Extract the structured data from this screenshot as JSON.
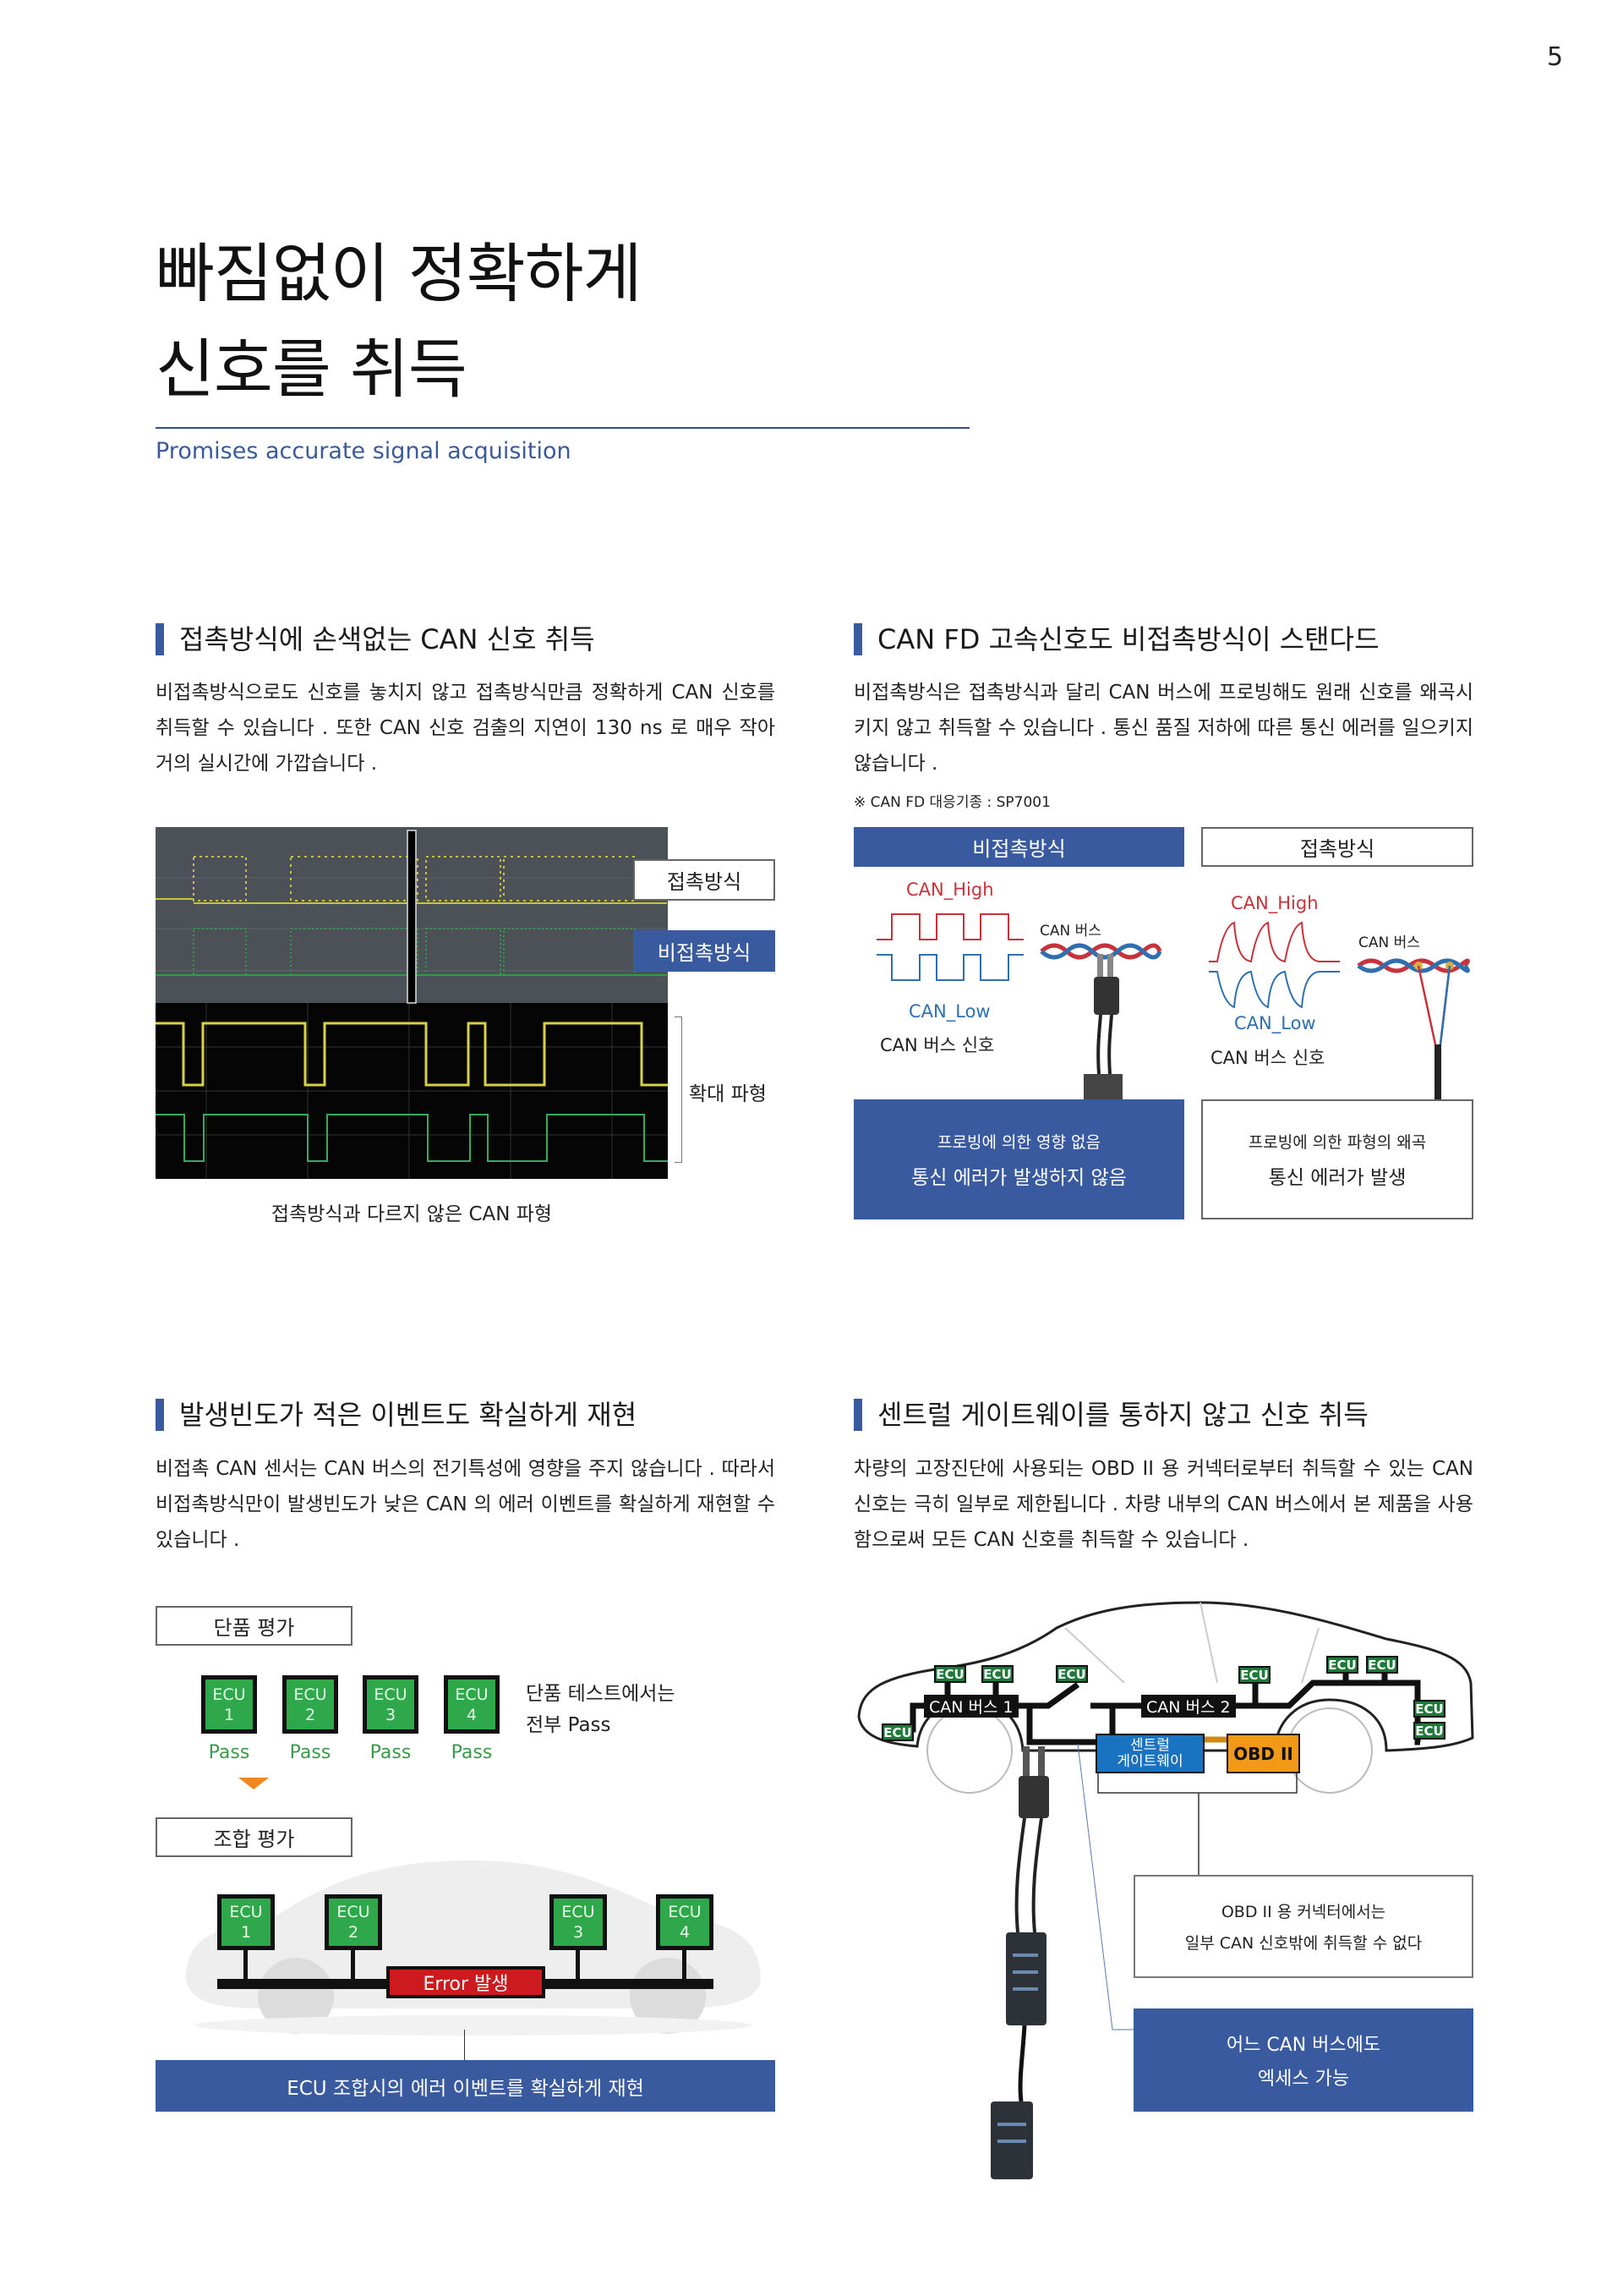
{
  "page_number": "5",
  "header": {
    "title_line1": "빠짐없이 정확하게",
    "title_line2": "신호를 취득",
    "subtitle": "Promises accurate signal acquisition"
  },
  "section1": {
    "heading": "접촉방식에 손색없는 CAN 신호 취득",
    "body": "비접촉방식으로도 신호를 놓치지 않고 접촉방식만큼 정확하게 CAN 신호를 취득할 수 있습니다 . 또한 CAN 신호 검출의 지연이 130 ns 로 매우 작아 거의 실시간에 가깝습니다 .",
    "label_contact": "접촉방식",
    "label_noncontact": "비접촉방식",
    "label_zoom": "확대 파형",
    "caption": "접촉방식과 다르지 않은 CAN 파형"
  },
  "section2": {
    "heading": "CAN FD 고속신호도 비접촉방식이 스탠다드",
    "body": "비접촉방식은 접촉방식과 달리 CAN 버스에 프로빙해도 원래 신호를 왜곡시키지 않고 취득할 수 있습니다 . 통신 품질 저하에 따른 통신 에러를 일으키지 않습니다 .",
    "note": "※ CAN FD 대응기종 : SP7001",
    "noncontact": {
      "header": "비접촉방식",
      "can_high": "CAN_High",
      "can_low": "CAN_Low",
      "bus_signal": "CAN 버스 신호",
      "bus": "CAN 버스",
      "result_line1": "프로빙에 의한 영향 없음",
      "result_line2": "통신 에러가 발생하지 않음"
    },
    "contact": {
      "header": "접촉방식",
      "can_high": "CAN_High",
      "can_low": "CAN_Low",
      "bus_signal": "CAN 버스 신호",
      "bus": "CAN 버스",
      "result_line1": "프로빙에 의한 파형의 왜곡",
      "result_line2": "통신 에러가 발생"
    },
    "colors": {
      "high": "#c8323a",
      "low": "#2f6fb0",
      "blue_box": "#3a5aa0"
    }
  },
  "section3": {
    "heading": "발생빈도가 적은 이벤트도 확실하게 재현",
    "body": "비접촉 CAN 센서는 CAN 버스의 전기특성에 영향을 주지 않습니다 . 따라서 비접촉방식만이 발생빈도가 낮은 CAN 의 에러 이벤트를 확실하게 재현할 수 있습니다 .",
    "unit_eval": "단품 평가",
    "unit_ecus": [
      {
        "name": "ECU",
        "num": "1",
        "status": "Pass"
      },
      {
        "name": "ECU",
        "num": "2",
        "status": "Pass"
      },
      {
        "name": "ECU",
        "num": "3",
        "status": "Pass"
      },
      {
        "name": "ECU",
        "num": "4",
        "status": "Pass"
      }
    ],
    "unit_note_line1": "단품 테스트에서는",
    "unit_note_line2": "전부 Pass",
    "combo_eval": "조합 평가",
    "combo_ecus": [
      {
        "name": "ECU",
        "num": "1"
      },
      {
        "name": "ECU",
        "num": "2"
      },
      {
        "name": "ECU",
        "num": "3"
      },
      {
        "name": "ECU",
        "num": "4"
      }
    ],
    "error_label": "Error 발생",
    "banner": "ECU 조합시의 에러 이벤트를 확실하게 재현"
  },
  "section4": {
    "heading": "센트럴 게이트웨이를 통하지 않고 신호 취득",
    "body": "차량의 고장진단에 사용되는 OBD II 용 커넥터로부터 취득할 수 있는 CAN 신호는 극히 일부로 제한됩니다 . 차량 내부의 CAN 버스에서 본 제품을 사용함으로써 모든 CAN 신호를 취득할 수 있습니다 .",
    "ecu_label": "ECU",
    "bus1": "CAN 버스 1",
    "bus2": "CAN 버스 2",
    "gateway_line1": "센트럴",
    "gateway_line2": "게이트웨이",
    "obd": "OBD II",
    "obd_note_line1": "OBD II 용 커넥터에서는",
    "obd_note_line2": "일부 CAN 신호밖에 취득할 수 없다",
    "access_line1": "어느 CAN 버스에도",
    "access_line2": "엑세스 가능"
  }
}
